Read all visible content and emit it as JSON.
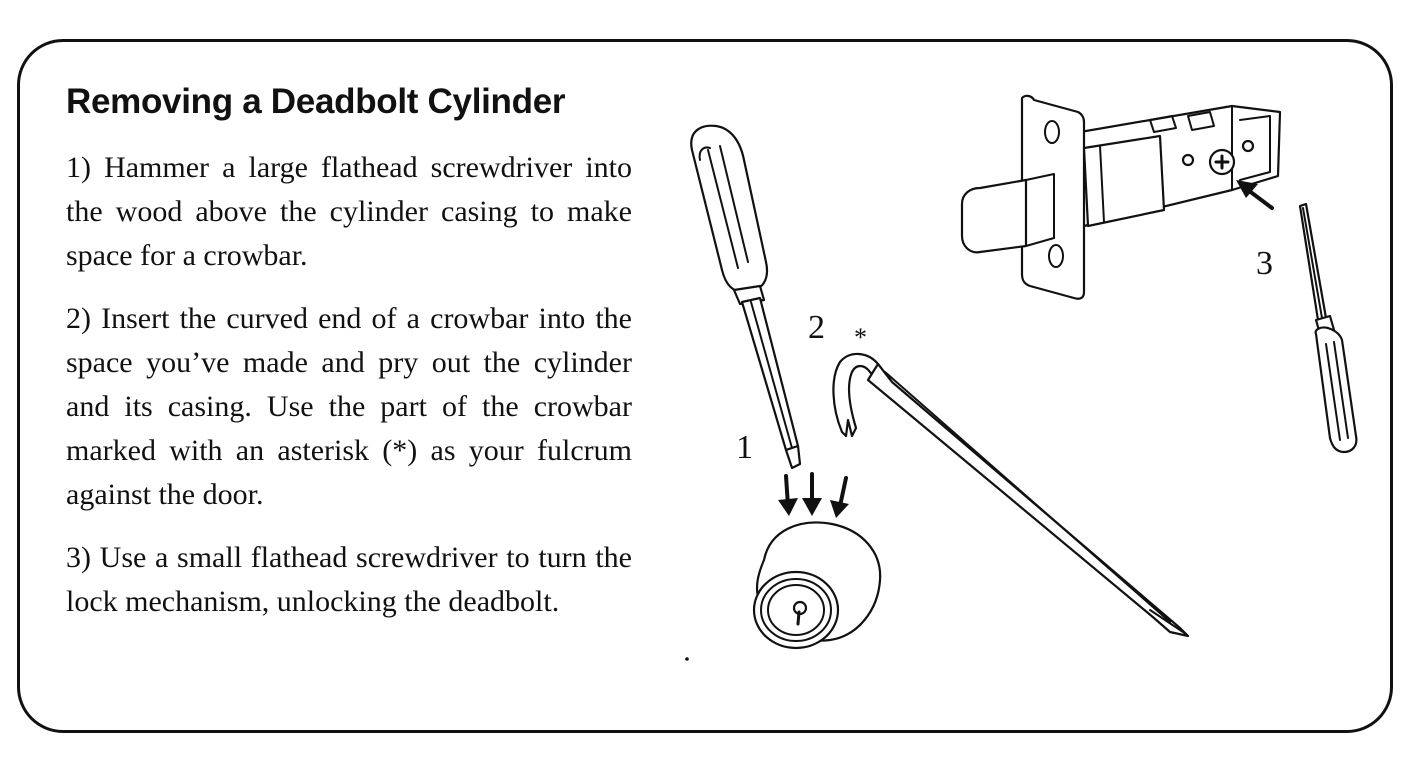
{
  "title": "Removing a Deadbolt Cylinder",
  "steps": [
    "1) Hammer a large flathead screwdriver into the wood above the cylinder casing to make space for a crowbar.",
    "2) Insert the curved end of a crowbar into the space you’ve made and pry out the cylinder and its casing. Use the part of the crowbar marked with an asterisk (*) as your fulcrum against the door.",
    "3) Use a small flathead screwdriver to turn the lock mechanism, unlocking the deadbolt."
  ],
  "illustration": {
    "label_1": "1",
    "label_2": "2",
    "label_3": "3",
    "asterisk": "*",
    "colors": {
      "ink": "#111111",
      "paper": "#ffffff"
    },
    "icons": [
      "large-screwdriver-icon",
      "down-arrows-icon",
      "deadbolt-cylinder-icon",
      "crowbar-icon",
      "deadbolt-latch-icon",
      "small-screwdriver-icon"
    ]
  }
}
